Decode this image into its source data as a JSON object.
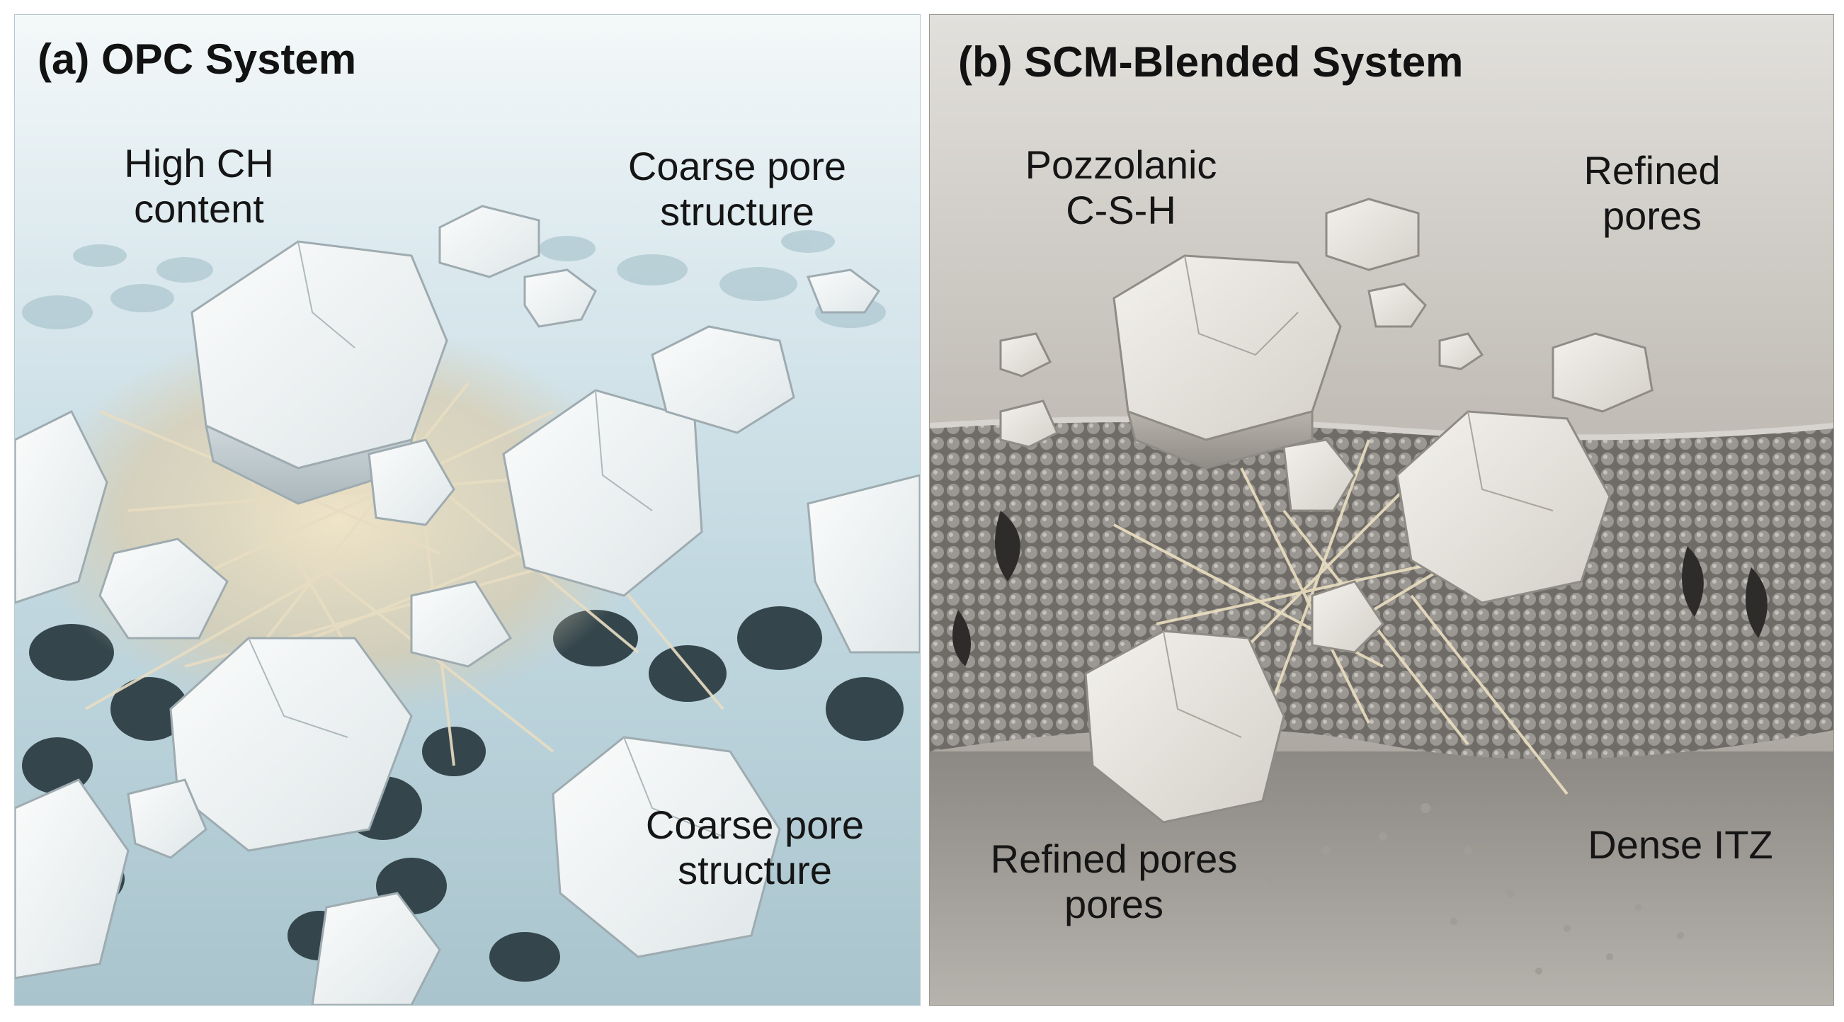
{
  "panels": {
    "a": {
      "title": "(a) OPC System",
      "labels": {
        "high_ch": "High CH\ncontent",
        "coarse_top": "Coarse pore\nstructure",
        "coarse_bottom": "Coarse pore\nstructure"
      },
      "colors": {
        "background": "#cfe3ea",
        "crystal": "#eef2f3",
        "fibers": "#e6dcc3",
        "pores": "#2d3a40"
      }
    },
    "b": {
      "title": "(b) SCM-Blended System",
      "labels": {
        "pozzolanic": "Pozzolanic\nC-S-H",
        "refined_top": "Refined\npores",
        "refined_bottom": "Refined pores\npores",
        "dense_itz": "Dense ITZ"
      },
      "colors": {
        "background": "#b9b5ae",
        "crystal": "#e8e5df",
        "fibers": "#e4d6b5",
        "particles": "#8d8a86"
      }
    }
  }
}
